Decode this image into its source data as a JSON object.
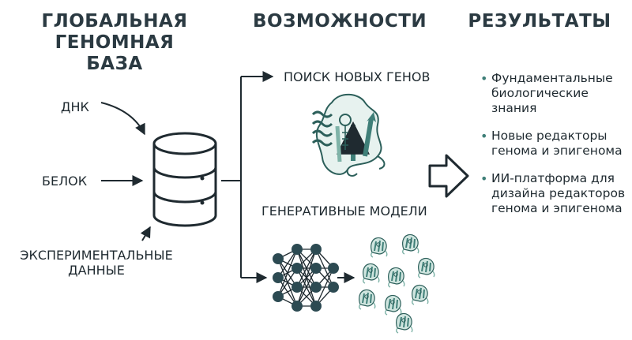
{
  "headers": {
    "database_line1": "ГЛОБАЛЬНАЯ",
    "database_line2": "ГЕНОМНАЯ БАЗА",
    "capabilities": "ВОЗМОЖНОСТИ",
    "results": "РЕЗУЛЬТАТЫ"
  },
  "inputs": {
    "dna": "ДНК",
    "protein": "БЕЛОК",
    "experimental_line1": "ЭКСПЕРИМЕНТАЛЬНЫЕ",
    "experimental_line2": "ДАННЫЕ"
  },
  "capabilities": {
    "gene_search": "ПОИСК НОВЫХ ГЕНОВ",
    "generative_models": "ГЕНЕРАТИВНЫЕ МОДЕЛИ"
  },
  "results": [
    "Фундаментальные биологические знания",
    "Новые редакторы генома и эпигенома",
    "ИИ-платформа для дизайна редакторов генома и эпигенома"
  ],
  "colors": {
    "heading": "#2b3a42",
    "line": "#1f2a30",
    "teal_dark": "#2c5f5a",
    "teal_mid": "#3f7f78",
    "teal_light": "#7fb3a8",
    "neural_node": "#2c4a52"
  },
  "icons": {
    "database": "database-icon",
    "protein": "protein-structure-icon",
    "network": "neural-network-icon",
    "result_arrow": "hollow-right-arrow-icon"
  }
}
